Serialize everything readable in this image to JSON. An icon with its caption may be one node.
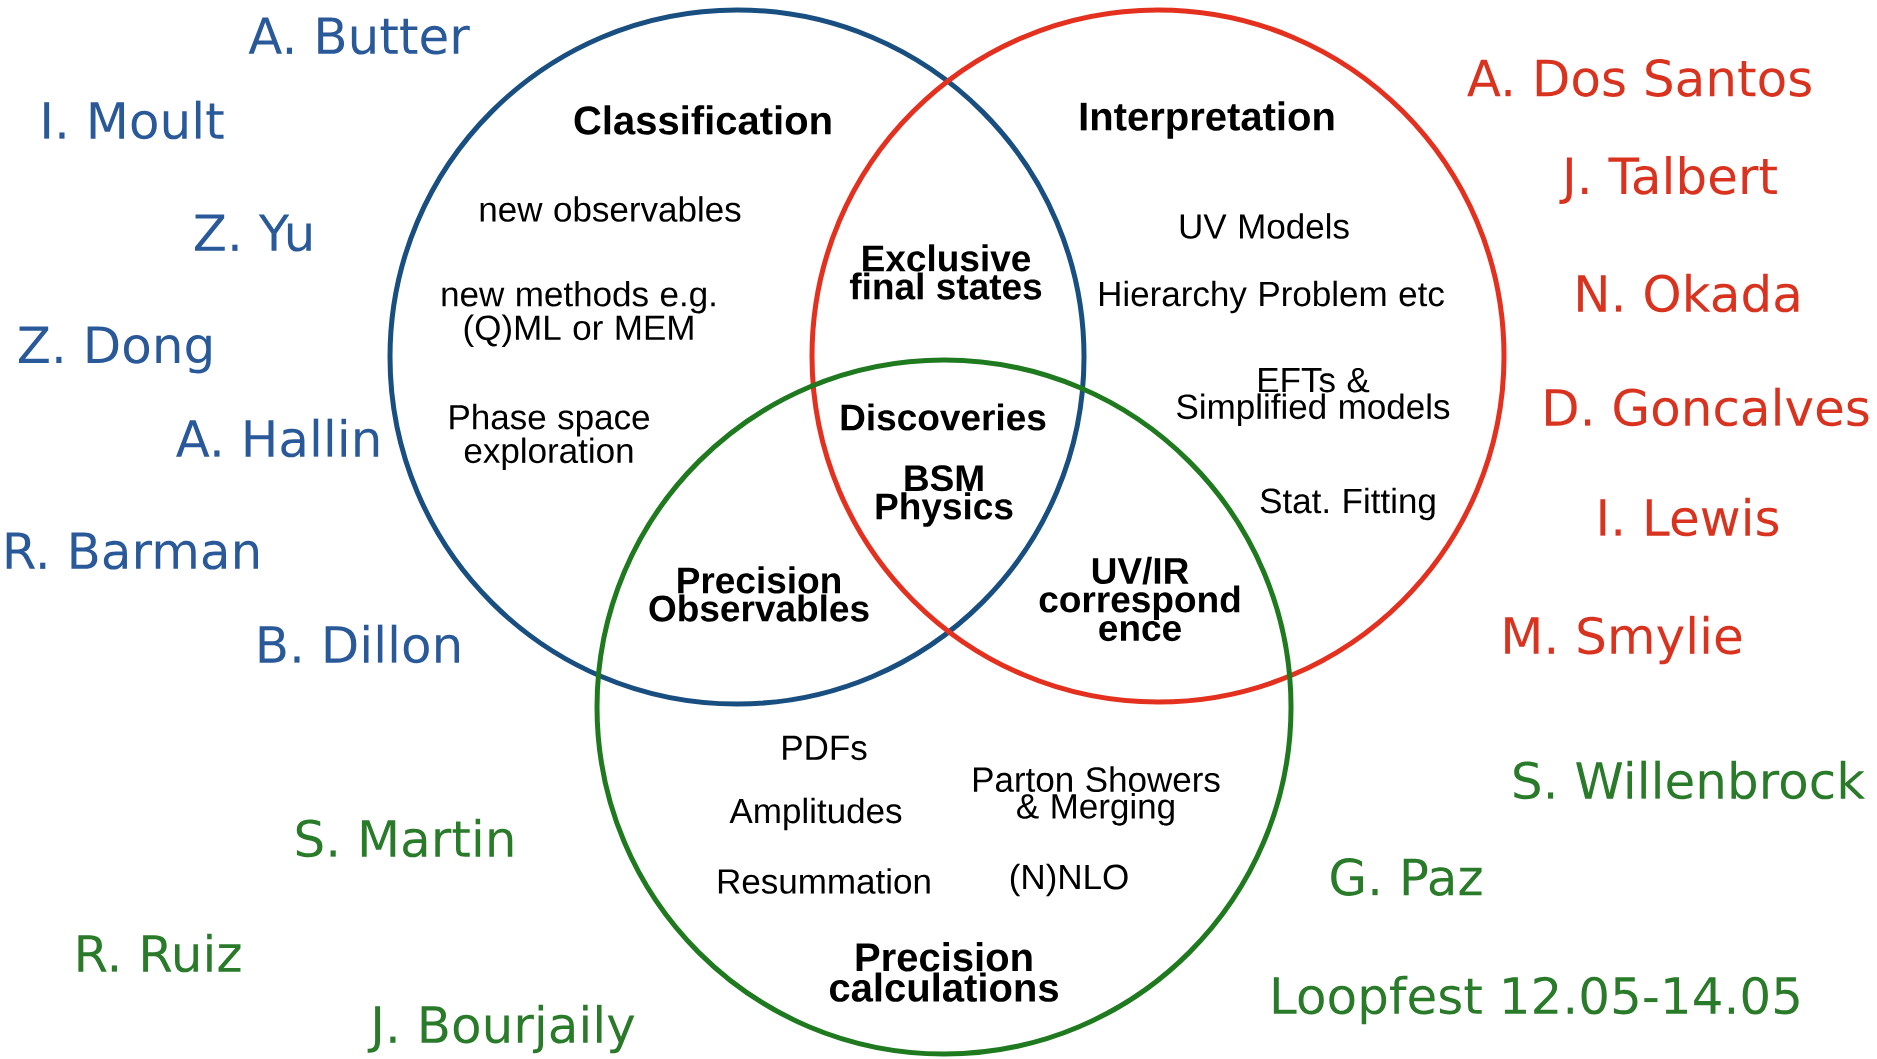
{
  "diagram": {
    "nodes": [
      {
        "text": [
          "Classification",
          "new observables",
          "new methods e.g. (Q)ML or MEM",
          "Phase space exploration"
        ]
      },
      {
        "text": [
          "Interpretation",
          "UV Models",
          "Hierarchy Problem etc",
          "EFTs & Simplified models",
          "Stat. Fitting"
        ]
      },
      {
        "text": [
          "Precision calculations",
          "PDFs",
          "Amplitudes",
          "Resummation",
          "Parton Showers & Merging",
          "(N)NLO"
        ]
      }
    ],
    "edges": [],
    "labels": [
      "Exclusive final states",
      "Discoveries",
      "BSM Physics",
      "Precision Observables",
      "UV/IR correspond ence",
      "A. Butter",
      "I. Moult",
      "Z. Yu",
      "Z. Dong",
      "A. Hallin",
      "R. Barman",
      "B. Dillon",
      "A. Dos Santos",
      "J. Talbert",
      "N. Okada",
      "D. Goncalves",
      "I. Lewis",
      "M. Smylie",
      "S. Willenbrock",
      "G. Paz",
      "Loopfest 12.05-14.05",
      "S. Martin",
      "R. Ruiz",
      "J. Bourjaily"
    ]
  }
}
